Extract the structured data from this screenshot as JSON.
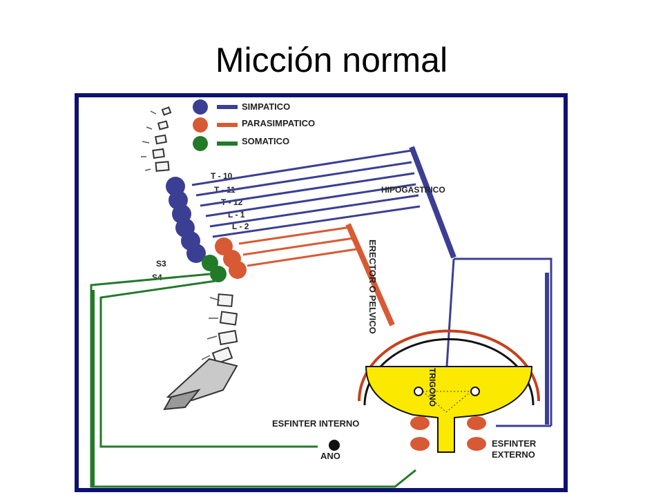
{
  "title": "Micción normal",
  "legend": [
    {
      "label": "SIMPATICO",
      "color": "#3b3f93"
    },
    {
      "label": "PARASIMPATICO",
      "color": "#d85a34"
    },
    {
      "label": "SOMATICO",
      "color": "#227a28"
    }
  ],
  "vertebra_labels": [
    "T - 10",
    "T - 11",
    "T - 12",
    "L - 1",
    "L - 2",
    "S3",
    "S4"
  ],
  "nerves": {
    "hypogastric": "HIPOGASTRICO",
    "pelvic": "ERECTOR O PELVICO"
  },
  "bladder": {
    "trigone": "TRIGONO",
    "internal_sphincter": "ESFINTER INTERNO",
    "external_sphincter_1": "ESFINTER",
    "external_sphincter_2": "EXTERNO",
    "anus": "ANO"
  },
  "colors": {
    "frame": "#0d1170",
    "urine": "#fbe900",
    "bladder_wall": "#c8401c"
  }
}
